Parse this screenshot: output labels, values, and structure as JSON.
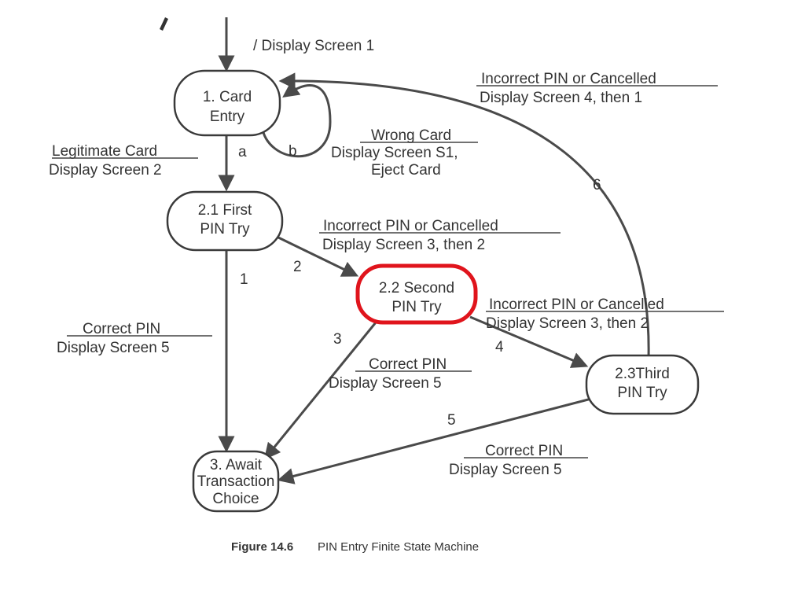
{
  "colors": {
    "ink": "#333333",
    "line": "#4a4a4a",
    "highlight": "#e0141c"
  },
  "states": {
    "card_entry": [
      "1. Card",
      "Entry"
    ],
    "first_try": [
      "2.1 First",
      "PIN Try"
    ],
    "second_try": [
      "2.2 Second",
      "PIN Try"
    ],
    "third_try": [
      "2.3Third",
      "PIN Try"
    ],
    "await": [
      "3. Await",
      "Transaction",
      "Choice"
    ]
  },
  "labels": {
    "initial": "/ Display Screen 1",
    "legit_event": "Legitimate Card",
    "legit_action": "Display Screen 2",
    "a": "a",
    "b": "b",
    "wrong_event": "Wrong Card",
    "wrong_action1": "Display Screen S1,",
    "wrong_action2": "Eject Card",
    "incorrect1_event": "Incorrect PIN or Cancelled",
    "incorrect1_action": "Display Screen 3, then 2",
    "incorrect2_event": "Incorrect PIN or Cancelled",
    "incorrect2_action": "Display Screen 3, then 2",
    "incorrect3_event": "Incorrect PIN or Cancelled",
    "incorrect3_action": "Display Screen 4, then 1",
    "correct1_event": "Correct PIN",
    "correct1_action": "Display Screen 5",
    "correct3_event": "Correct PIN",
    "correct3_action": "Display Screen 5",
    "correct5_event": "Correct PIN",
    "correct5_action": "Display Screen 5",
    "n1": "1",
    "n2": "2",
    "n3": "3",
    "n4": "4",
    "n5": "5",
    "n6": "6"
  },
  "caption": {
    "number": "Figure 14.6",
    "text": "PIN Entry Finite State Machine"
  }
}
